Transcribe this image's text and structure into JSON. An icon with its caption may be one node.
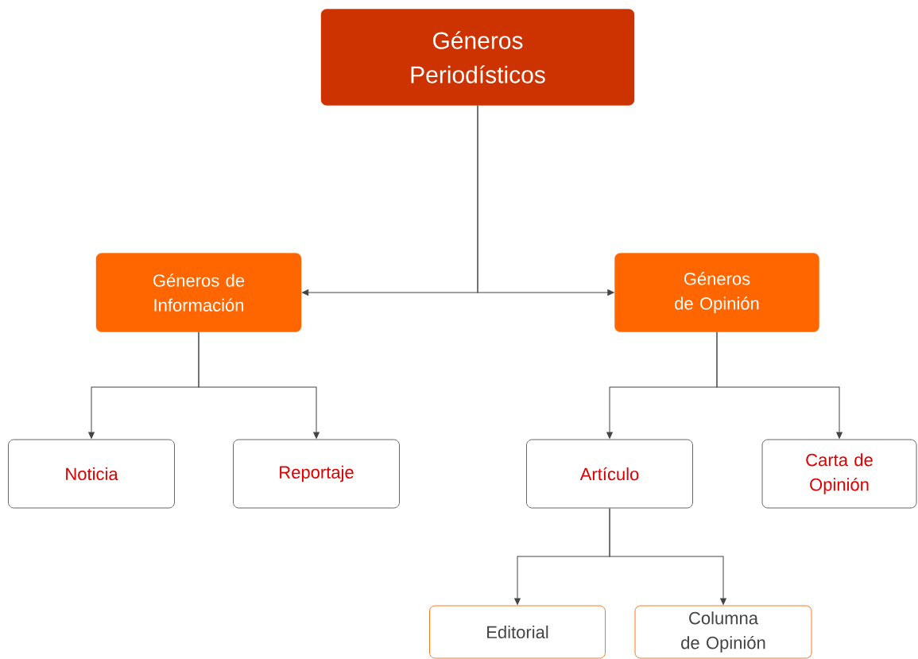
{
  "diagram": {
    "nodes": [
      {
        "text": [
          "Géneros Periodísticos"
        ]
      },
      {
        "text": [
          "Géneros de Información"
        ]
      },
      {
        "text": [
          "Géneros de Opinión"
        ]
      },
      {
        "text": [
          "Noticia"
        ]
      },
      {
        "text": [
          "Reportaje"
        ]
      },
      {
        "text": [
          "Artículo"
        ]
      },
      {
        "text": [
          "Carta de Opinión"
        ]
      },
      {
        "text": [
          "Editorial"
        ]
      },
      {
        "text": [
          "Columna de Opinión"
        ]
      }
    ],
    "edges": [
      {
        "from": 0,
        "to": 1,
        "arrow": "to"
      },
      {
        "from": 0,
        "to": 2,
        "arrow": "to"
      },
      {
        "from": 1,
        "to": 3,
        "arrow": "to"
      },
      {
        "from": 1,
        "to": 4,
        "arrow": "to"
      },
      {
        "from": 2,
        "to": 5,
        "arrow": "to"
      },
      {
        "from": 2,
        "to": 6,
        "arrow": "to"
      },
      {
        "from": 5,
        "to": 7,
        "arrow": "to"
      },
      {
        "from": 5,
        "to": 8,
        "arrow": "to"
      }
    ]
  }
}
